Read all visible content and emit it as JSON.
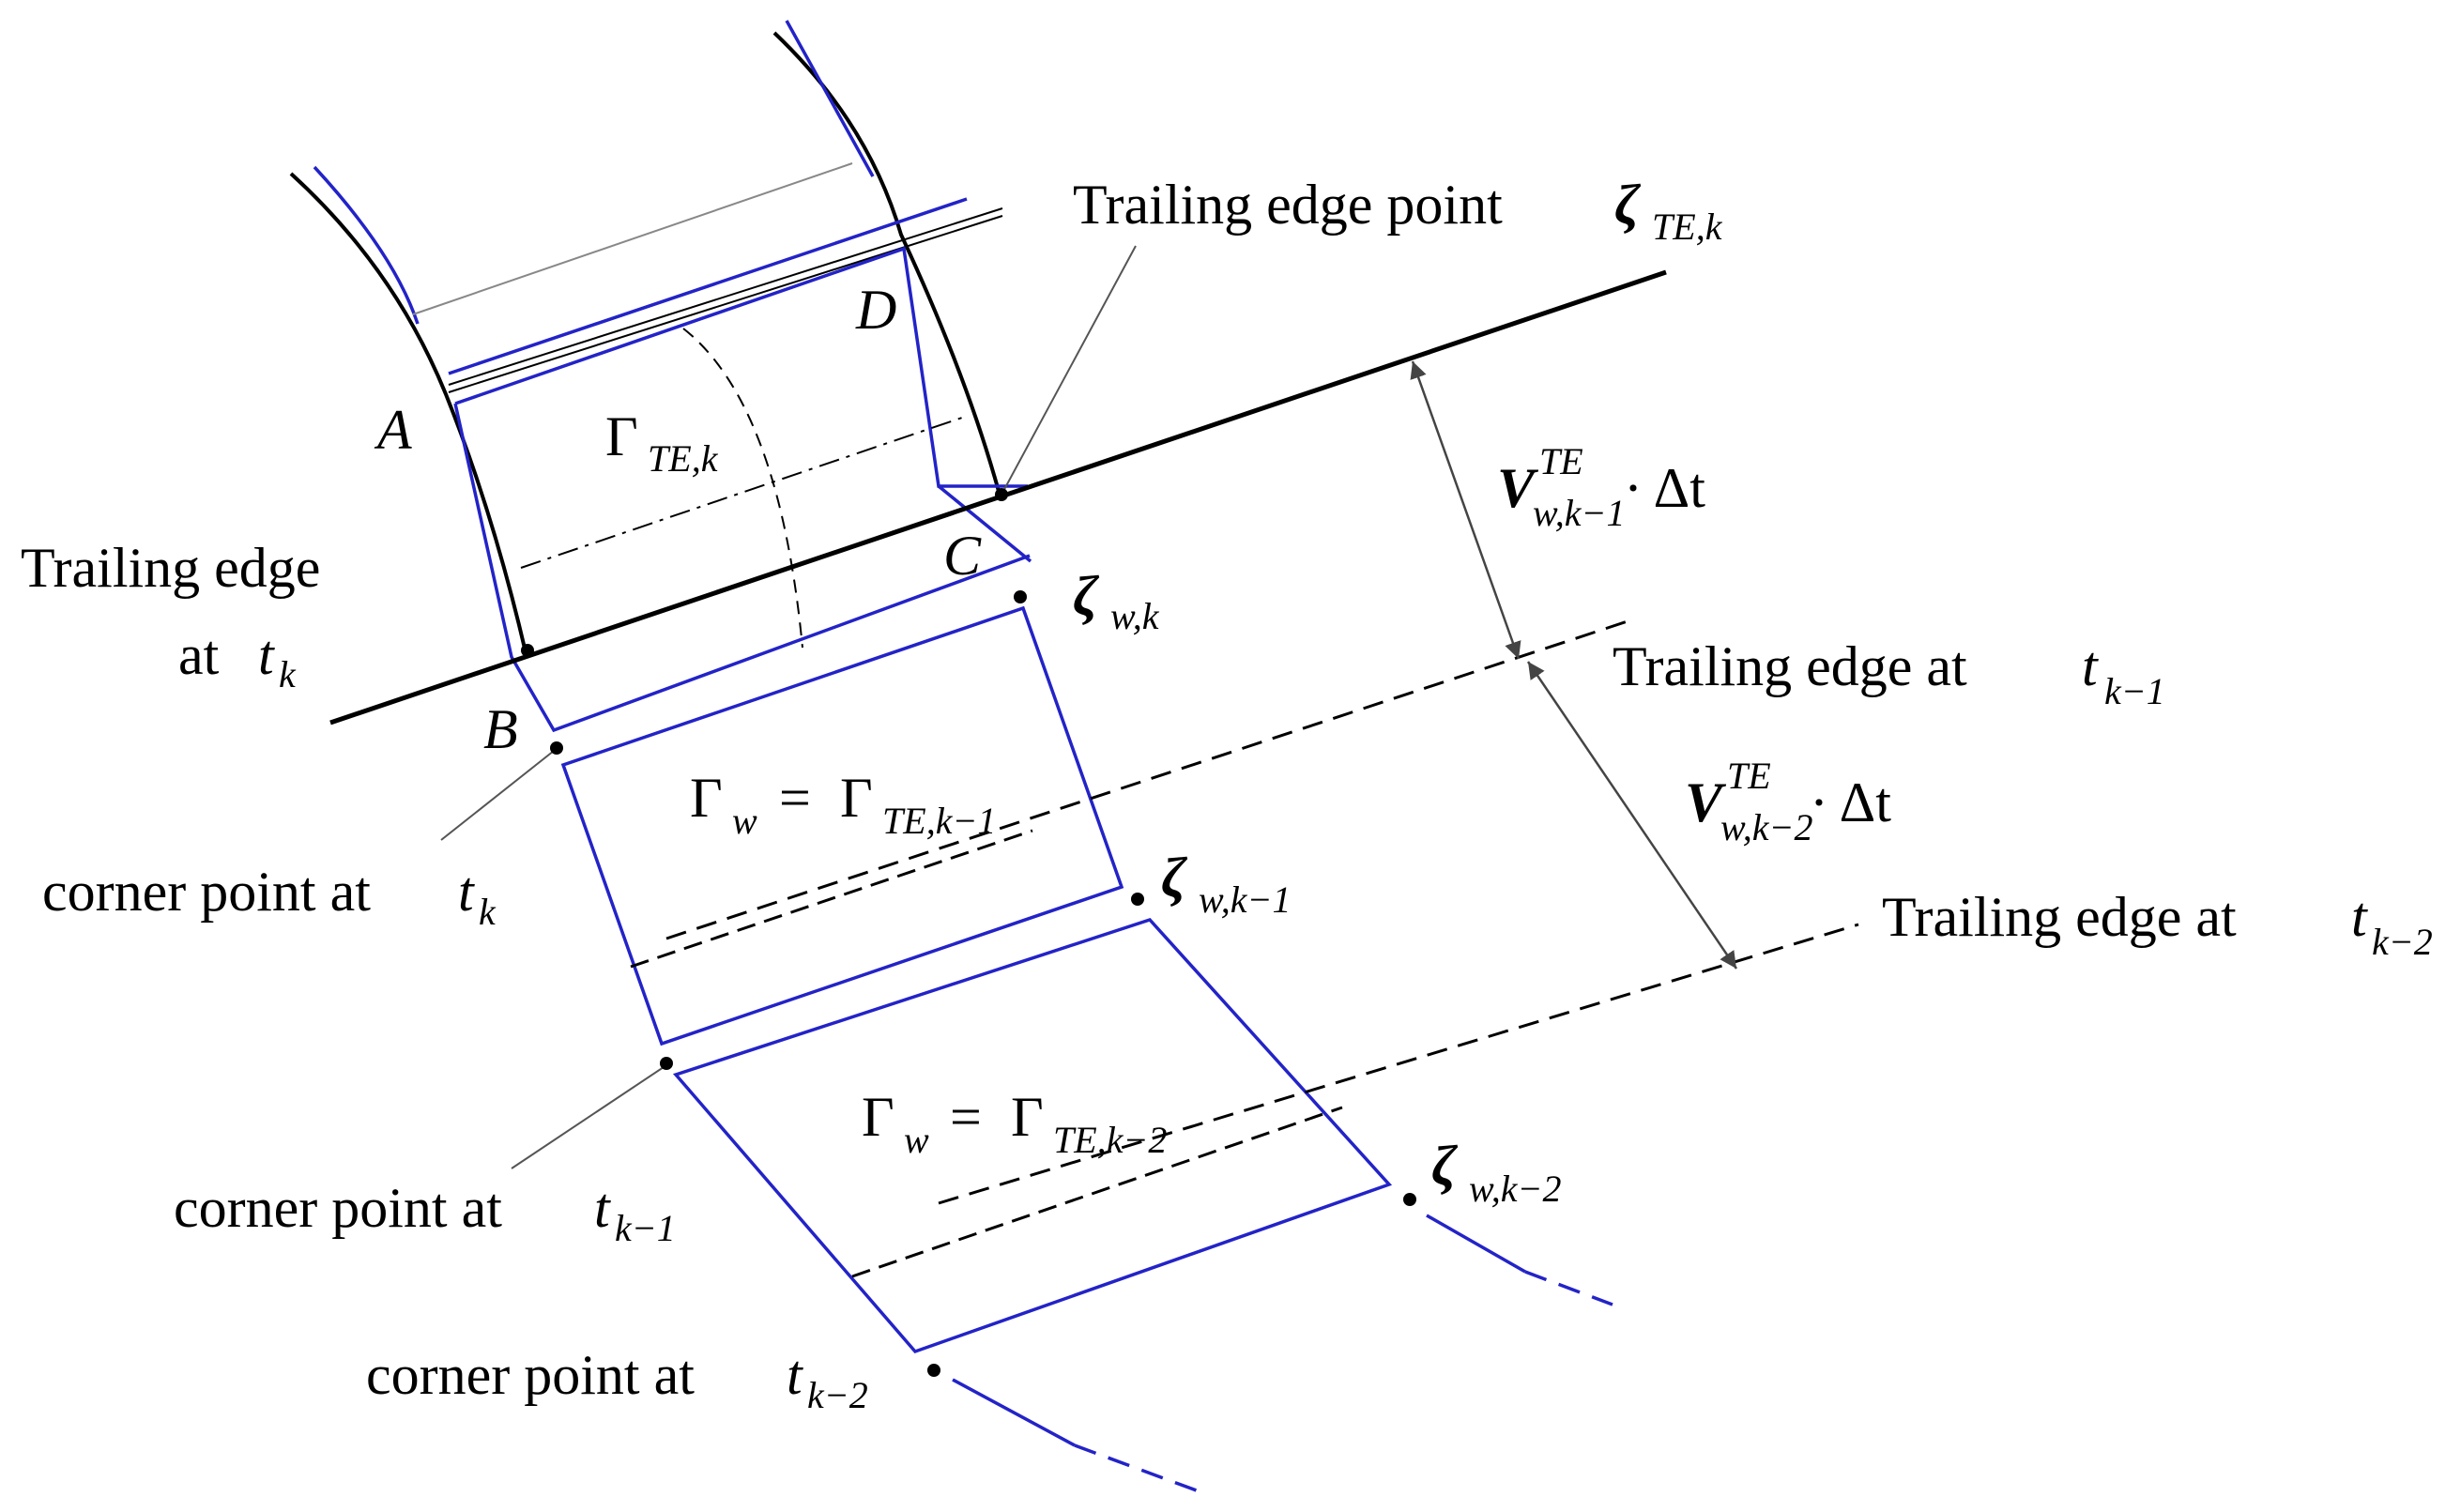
{
  "diagram": {
    "colors": {
      "panel": "#2323c8",
      "line": "#000000"
    },
    "points": {
      "A": "A",
      "B": "B",
      "C": "C",
      "D": "D"
    },
    "trailing_edge_point": {
      "text": "Trailing edge point",
      "symbol": "ζ",
      "sub": "TE",
      "sub_sep": ",",
      "sub_k": "k"
    },
    "trailing_edge_current": {
      "line1": "Trailing edge",
      "line2": "at",
      "t": "t",
      "sub": "k"
    },
    "trailing_edge_k1": {
      "text": "Trailing edge at",
      "t": "t",
      "sub": "k",
      "sub_rest": "−1"
    },
    "trailing_edge_k2": {
      "text": "Trailing edge at",
      "t": "t",
      "sub": "k",
      "sub_rest": "−2"
    },
    "gamma_te": {
      "symbol": "Γ",
      "sub": "TE",
      "sub_rest": ",k"
    },
    "gamma_w1": {
      "lhs": "Γ",
      "lhs_sub": "w",
      "eq": "=",
      "rhs": "Γ",
      "rhs_sub": "TE",
      "rhs_sub_rest": ",k−1"
    },
    "gamma_w2": {
      "lhs": "Γ",
      "lhs_sub": "w",
      "eq": "=",
      "rhs": "Γ",
      "rhs_sub": "TE",
      "rhs_sub_rest": ",k−2"
    },
    "zeta_wk": {
      "symbol": "ζ",
      "sub": "w",
      "sub_rest": ",k"
    },
    "zeta_wk1": {
      "symbol": "ζ",
      "sub": "w",
      "sub_rest": ",k−1"
    },
    "zeta_wk2": {
      "symbol": "ζ",
      "sub": "w",
      "sub_rest": ",k−2"
    },
    "velocity1": {
      "symbol": "V",
      "sup": "TE",
      "sub": "w",
      "sub_rest": ",k−1",
      "tail": "· Δt"
    },
    "velocity2": {
      "symbol": "V",
      "sup": "TE",
      "sub": "w",
      "sub_rest": ",k−2",
      "tail": "· Δt"
    },
    "corner_k": {
      "text": "corner point at",
      "t": "t",
      "sub": "k",
      "sub_rest": ""
    },
    "corner_k1": {
      "text": "corner point at",
      "t": "t",
      "sub": "k",
      "sub_rest": "−1"
    },
    "corner_k2": {
      "text": "corner point at",
      "t": "t",
      "sub": "k",
      "sub_rest": "−2"
    }
  }
}
